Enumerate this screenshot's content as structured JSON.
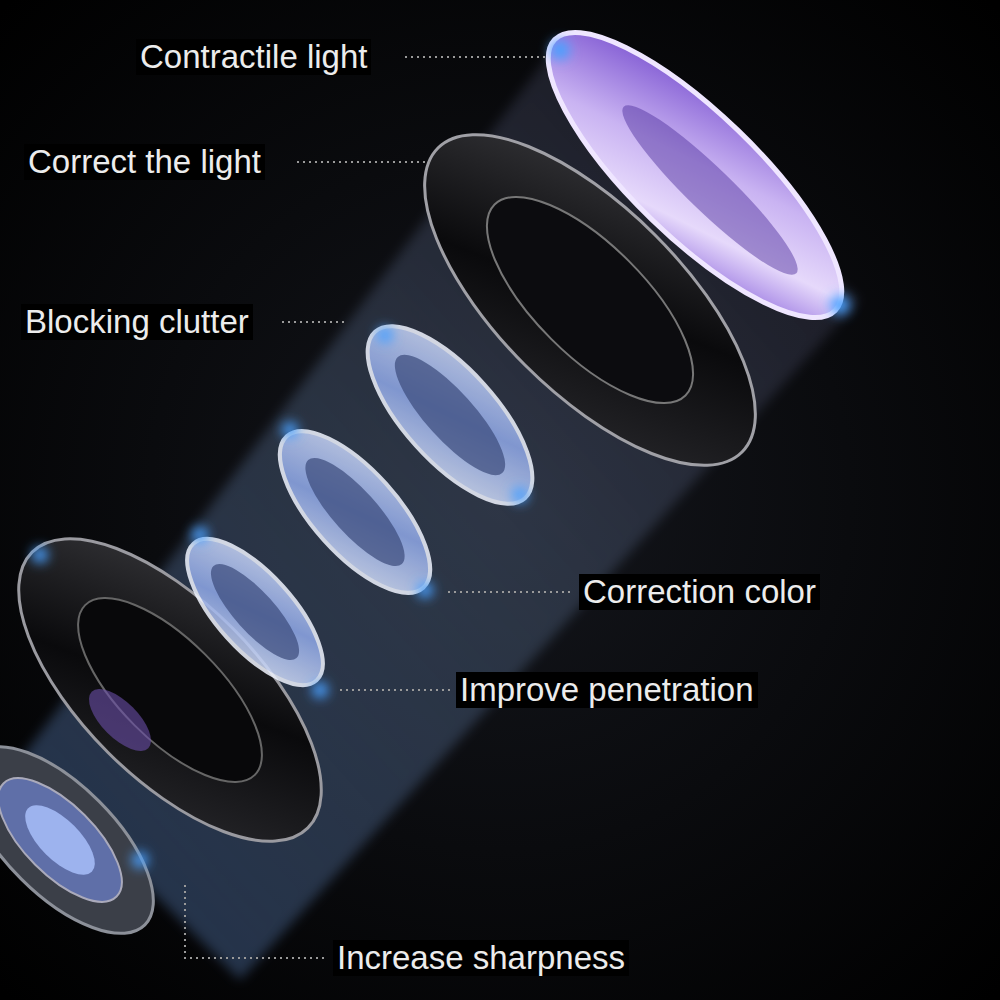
{
  "diagram": {
    "labels": [
      "Contractile light",
      "Correct the light",
      "Blocking clutter",
      "Correction color",
      "Improve penetration",
      "Increase sharpness"
    ]
  }
}
